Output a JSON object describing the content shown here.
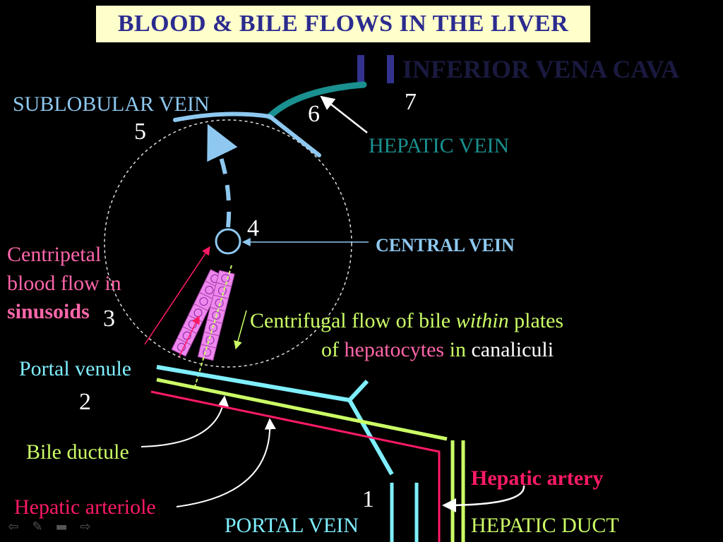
{
  "title": "BLOOD & BILE FLOWS IN THE LIVER",
  "labels": {
    "ivc": "INFERIOR VENA CAVA",
    "n7": "7",
    "sublobular": "SUBLOBULAR VEIN",
    "n5": "5",
    "n6": "6",
    "hepatic_vein": "HEPATIC VEIN",
    "n4": "4",
    "central_vein": "CENTRAL VEIN",
    "centripetal_1": "Centripetal",
    "centripetal_2": "blood flow in",
    "centripetal_3": "sinusoids",
    "n3": "3",
    "centrifugal_1a": "Centrifugal flow of bile ",
    "centrifugal_1b": "within",
    "centrifugal_1c": " plates",
    "centrifugal_2a": "of ",
    "centrifugal_2b": "hepatocytes",
    "centrifugal_2c": " in ",
    "centrifugal_2d": "canaliculi",
    "portal_venule": "Portal venule",
    "n2": "2",
    "bile_ductule": "Bile ductule",
    "hepatic_arteriole": "Hepatic arteriole",
    "n1": "1",
    "portal_vein": "PORTAL VEIN",
    "hepatic_artery": "Hepatic artery",
    "hepatic_duct": "HEPATIC DUCT"
  },
  "colors": {
    "title_bg": "#ffffcc",
    "title_fg": "#2b2b8f",
    "light_blue": "#8ec8f0",
    "teal": "#1a9090",
    "cyan": "#7fefff",
    "yellow_green": "#ccff66",
    "magenta": "#ff1a66",
    "pink": "#ff66aa",
    "plate": "#ee88ee",
    "navy": "#33338f",
    "white": "#ffffff"
  },
  "nav_icons": [
    "back-arrow-icon",
    "pen-icon",
    "menu-icon",
    "forward-arrow-icon"
  ]
}
